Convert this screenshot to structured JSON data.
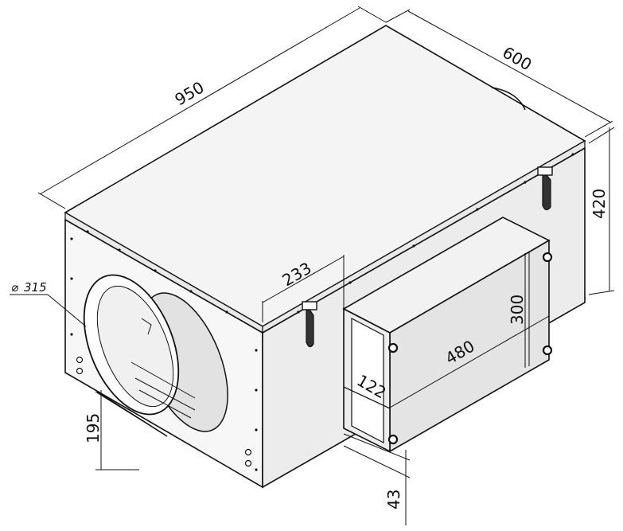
{
  "dimensions": {
    "length": "950",
    "width": "600",
    "height": "420",
    "duct_diameter": "315",
    "diameter_symbol": "⌀",
    "duct_offset_top": "233",
    "filter_height": "300",
    "filter_length": "480",
    "filter_depth": "122",
    "duct_center_height": "195",
    "filter_bottom_offset": "43"
  },
  "colors": {
    "line": "#111111",
    "face_light": "#f4f4f4",
    "face_mid": "#e6e6e6",
    "face_dark": "#d2d2d2",
    "hole": "#ffffff"
  },
  "icons": [
    "latch-icon",
    "knob-icon",
    "screw-icon"
  ]
}
